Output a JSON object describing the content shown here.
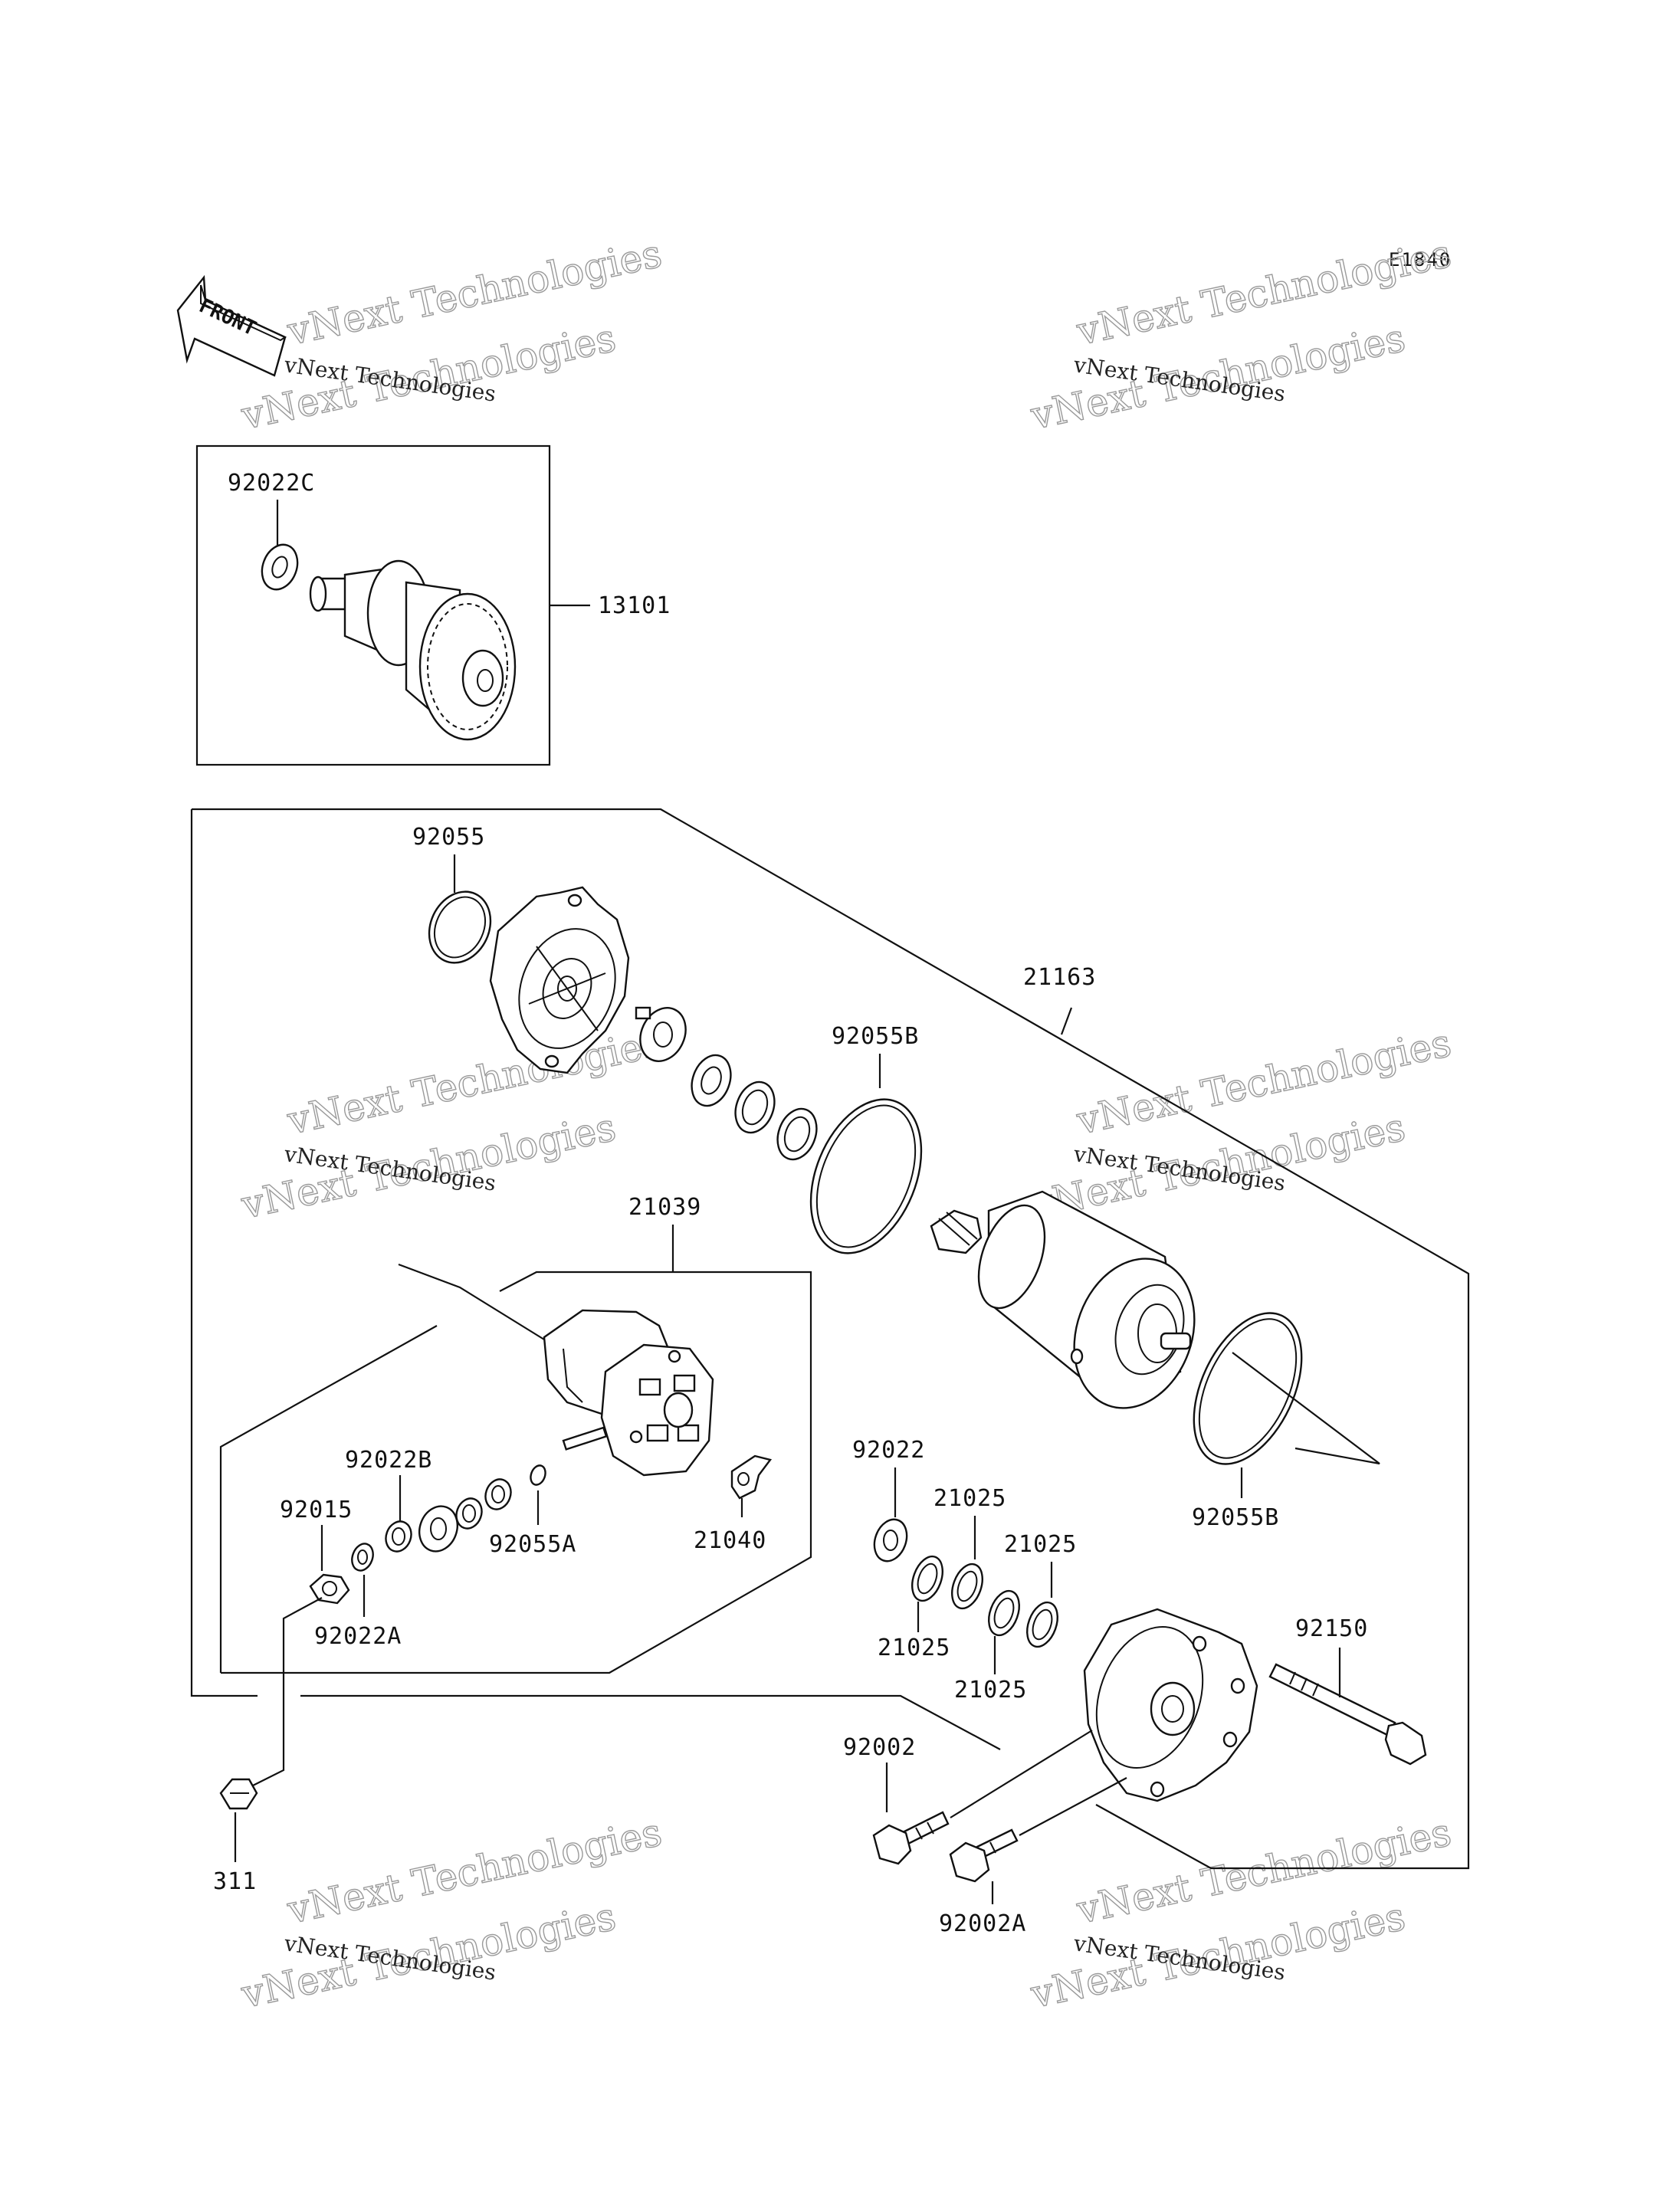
{
  "diagram_code": "E1840",
  "front_arrow_label": "FRONT",
  "watermark": {
    "line1": "vNext Technologies",
    "line2": "vNext Technologies"
  },
  "parts": {
    "p92022C": "92022C",
    "p13101": "13101",
    "p92055": "92055",
    "p21163": "21163",
    "p92055B_top": "92055B",
    "p21039": "21039",
    "p92022B": "92022B",
    "p92015": "92015",
    "p92055A": "92055A",
    "p21040": "21040",
    "p92022A": "92022A",
    "p92022": "92022",
    "p21025_a": "21025",
    "p21025_b": "21025",
    "p21025_c": "21025",
    "p21025_d": "21025",
    "p92055B_bottom": "92055B",
    "p92150": "92150",
    "p92002": "92002",
    "p92002A": "92002A",
    "p311": "311"
  }
}
